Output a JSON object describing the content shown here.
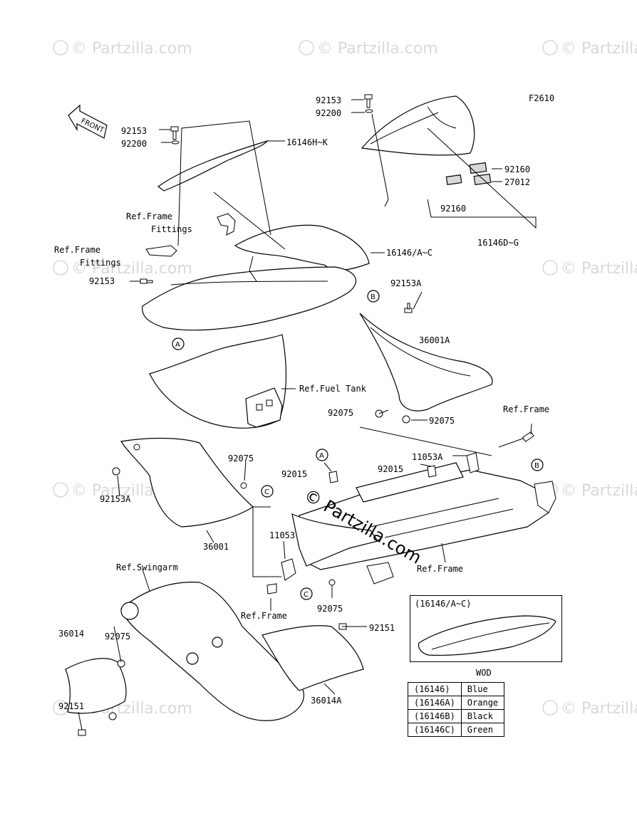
{
  "figure_code": "F2610",
  "front_label": "FRONT",
  "watermark": "© Partzilla.com",
  "center_watermark": "© Partzilla.com",
  "refs": {
    "frame_fittings_1": "Ref.Frame",
    "frame_fittings_1b": "Fittings",
    "frame_fittings_2": "Ref.Frame",
    "frame_fittings_2b": "Fittings",
    "fuel_tank": "Ref.Fuel Tank",
    "frame_right": "Ref.Frame",
    "frame_bottom": "Ref.Frame",
    "frame_lower": "Ref.Frame",
    "swingarm": "Ref.Swingarm"
  },
  "parts": {
    "p92153_top": "92153",
    "p92200_top": "92200",
    "p92153_left": "92153",
    "p92200_left": "92200",
    "p16146HK": "16146H~K",
    "p92160_a": "92160",
    "p27012": "27012",
    "p92160_b": "92160",
    "p16146DG": "16146D~G",
    "p16146AC": "16146/A~C",
    "p92153_mid": "92153",
    "p92153A_right": "92153A",
    "p36001A": "36001A",
    "p92075_a": "92075",
    "p92075_b": "92075",
    "p11053A": "11053A",
    "p92015_a": "92015",
    "p92015_b": "92015",
    "p92075_c": "92075",
    "p92153A_left": "92153A",
    "p36001": "36001",
    "p11053": "11053",
    "p92075_d": "92075",
    "p36014": "36014",
    "p92075_e": "92075",
    "p92151_a": "92151",
    "p92151_b": "92151",
    "p36014A": "36014A"
  },
  "callouts": {
    "a": "A",
    "b": "B",
    "c": "C"
  },
  "inset": {
    "label": "(16146/A~C)"
  },
  "wod": {
    "title": "WOD",
    "rows": [
      {
        "code": "(16146)",
        "color": "Blue"
      },
      {
        "code": "(16146A)",
        "color": "Orange"
      },
      {
        "code": "(16146B)",
        "color": "Black"
      },
      {
        "code": "(16146C)",
        "color": "Green"
      }
    ]
  }
}
